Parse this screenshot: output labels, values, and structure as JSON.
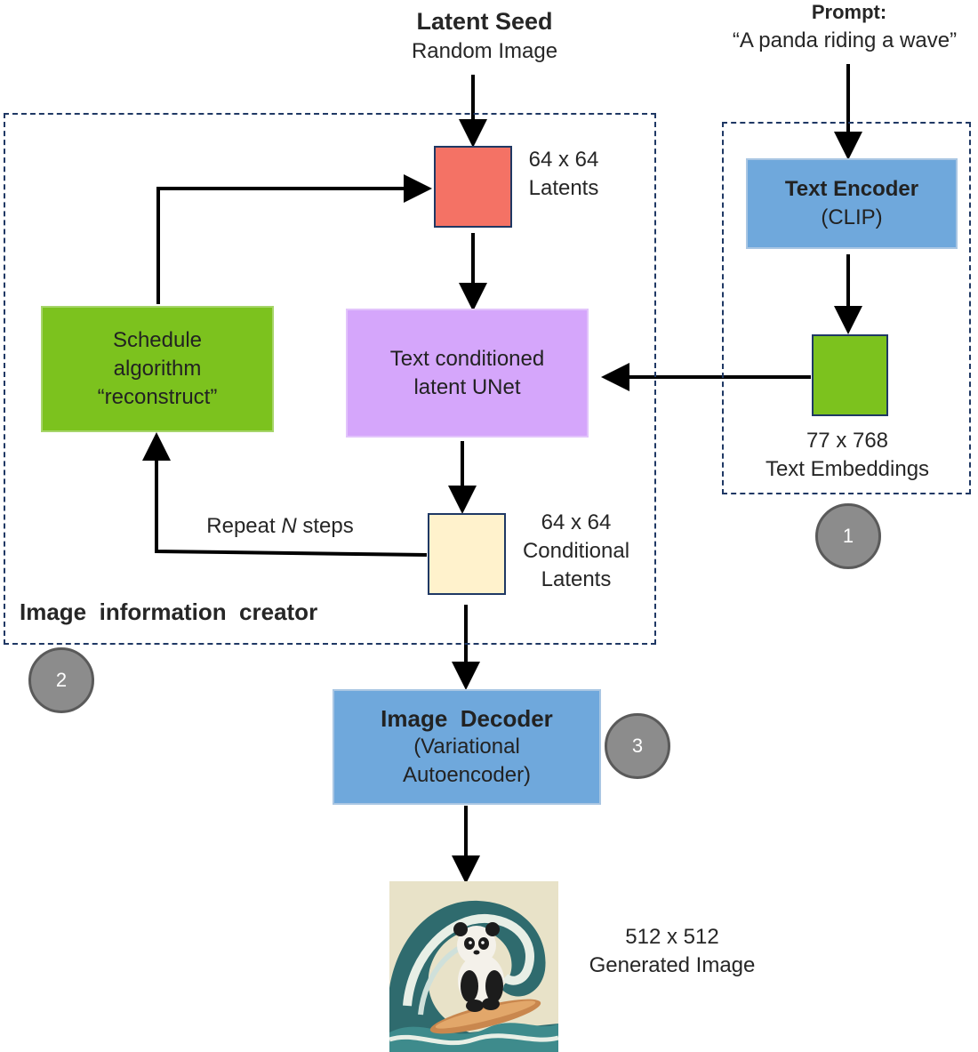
{
  "latent_seed": {
    "title": "Latent Seed",
    "subtitle": "Random Image"
  },
  "prompt": {
    "title": "Prompt:",
    "text": "“A panda riding a wave”"
  },
  "latents_label": {
    "line1": "64 x 64",
    "line2": "Latents"
  },
  "text_encoder": {
    "title": "Text Encoder",
    "subtitle": "(CLIP)"
  },
  "schedule": {
    "line1": "Schedule",
    "line2": "algorithm",
    "line3": "“reconstruct”"
  },
  "unet": {
    "line1": "Text conditioned",
    "line2": "latent UNet"
  },
  "embeddings_label": {
    "line1": "77 x 768",
    "line2": "Text Embeddings"
  },
  "repeat_label": {
    "prefix": "Repeat ",
    "n": "N",
    "suffix": " steps"
  },
  "cond_latents_label": {
    "line1": "64 x 64",
    "line2": "Conditional",
    "line3": "Latents"
  },
  "region_label": "Image  information  creator",
  "badges": {
    "one": "1",
    "two": "2",
    "three": "3"
  },
  "image_decoder": {
    "title": "Image  Decoder",
    "line2": "(Variational",
    "line3": "Autoencoder)"
  },
  "output_label": {
    "line1": "512 x 512",
    "line2": "Generated Image"
  },
  "colors": {
    "latents": "#f47265",
    "text_encoder": "#6fa8dc",
    "schedule": "#7cc21e",
    "unet": "#d5a6fb",
    "embeddings": "#7cc21e",
    "cond_latents": "#fff2cc",
    "image_decoder": "#6fa8dc",
    "dashed_border": "#1f3864",
    "badge": "#8c8c8c"
  },
  "icons": {
    "generated_image": "panda-surfing-image"
  }
}
